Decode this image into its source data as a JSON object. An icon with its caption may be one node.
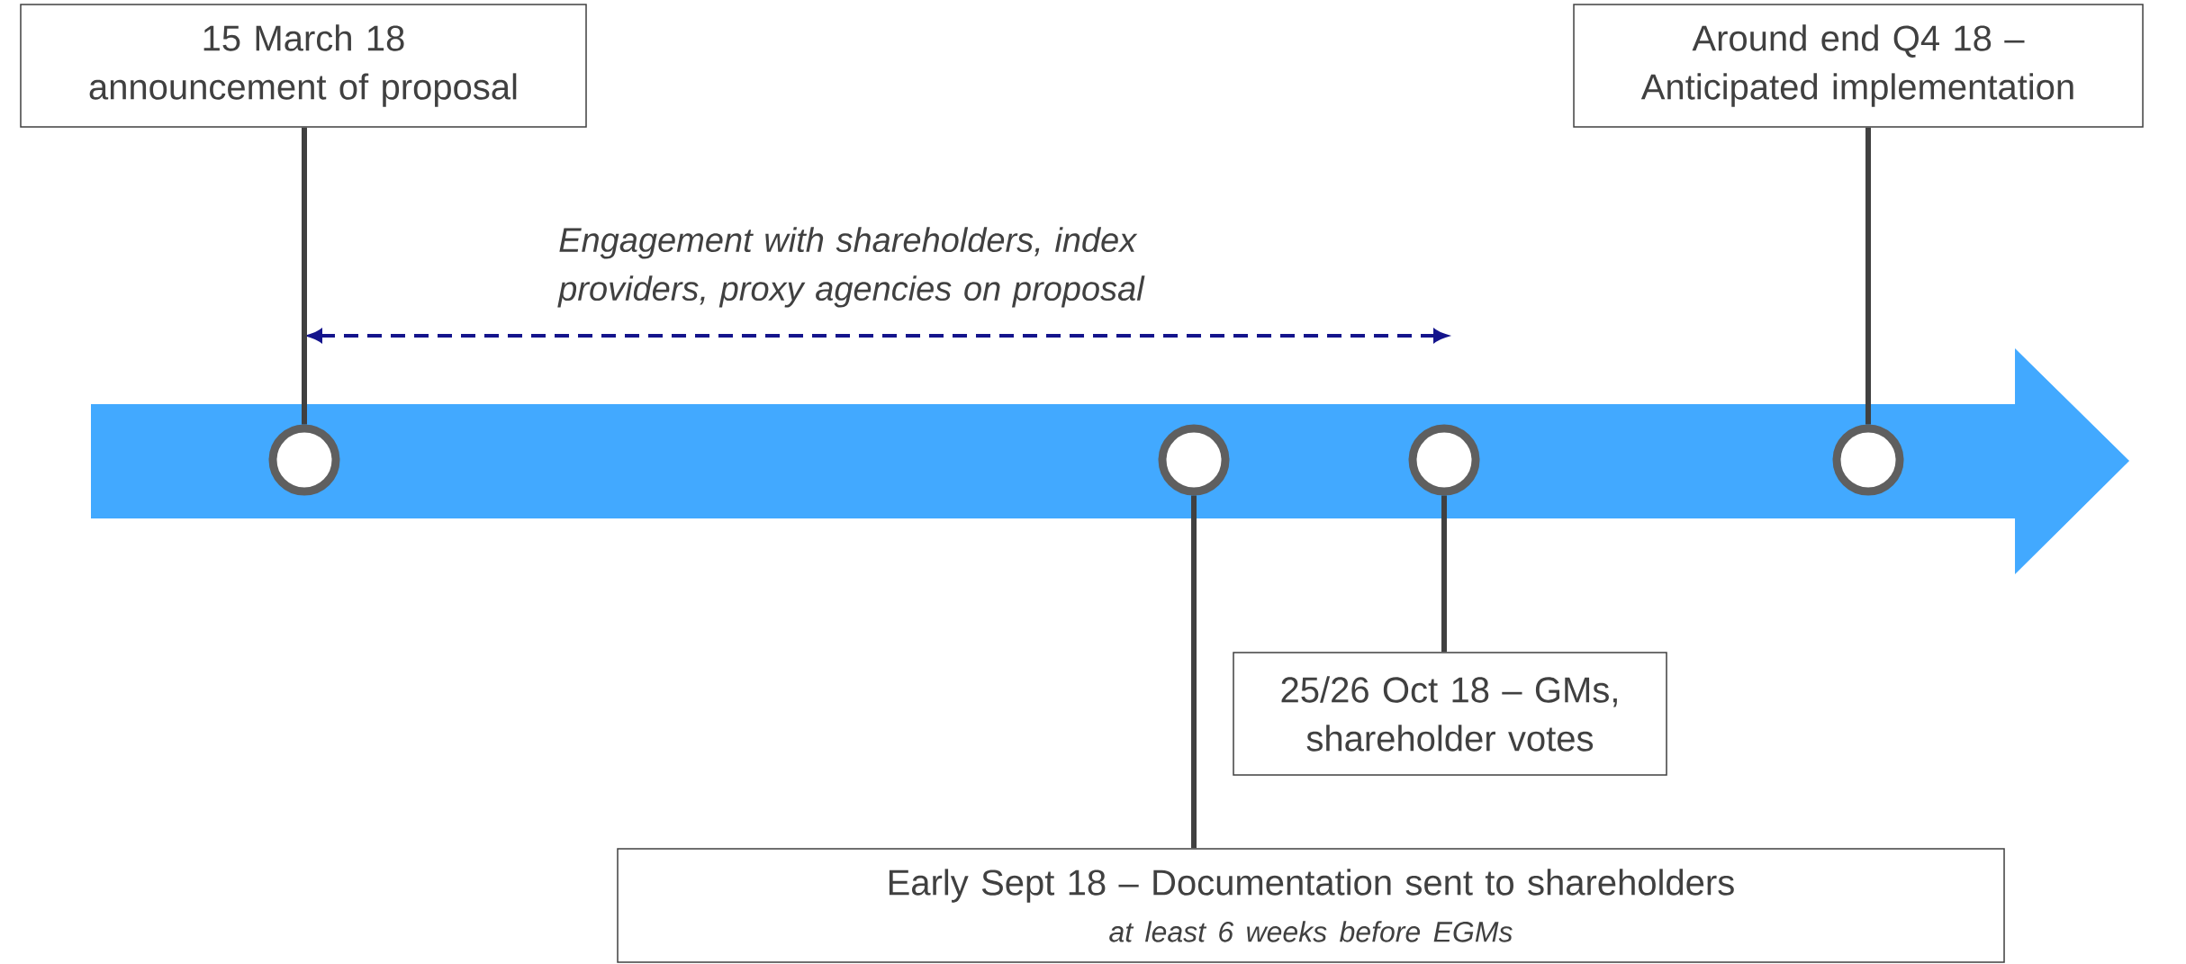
{
  "diagram": {
    "nodes": [
      {
        "text": [
          "15 March 18 announcement of proposal"
        ]
      },
      {
        "text": [
          "Around end Q4 18 – Anticipated implementation"
        ]
      },
      {
        "text": [
          "25/26 Oct 18 – GMs, shareholder votes"
        ]
      },
      {
        "text": [
          "Early Sept 18 – Documentation sent to shareholders",
          "at least 6 weeks before EGMs"
        ]
      },
      {
        "text": [],
        "shape": "circle"
      },
      {
        "text": [],
        "shape": "circle"
      },
      {
        "text": [],
        "shape": "circle"
      },
      {
        "text": [],
        "shape": "circle"
      }
    ],
    "edges": [
      {
        "from": 0,
        "to": 4,
        "arrow": "none"
      },
      {
        "from": 5,
        "to": 3,
        "arrow": "none"
      },
      {
        "from": 6,
        "to": 2,
        "arrow": "none"
      },
      {
        "from": 1,
        "to": 7,
        "arrow": "none"
      }
    ],
    "labels": [
      "Engagement with shareholders, index providers, proxy agencies on proposal"
    ]
  }
}
